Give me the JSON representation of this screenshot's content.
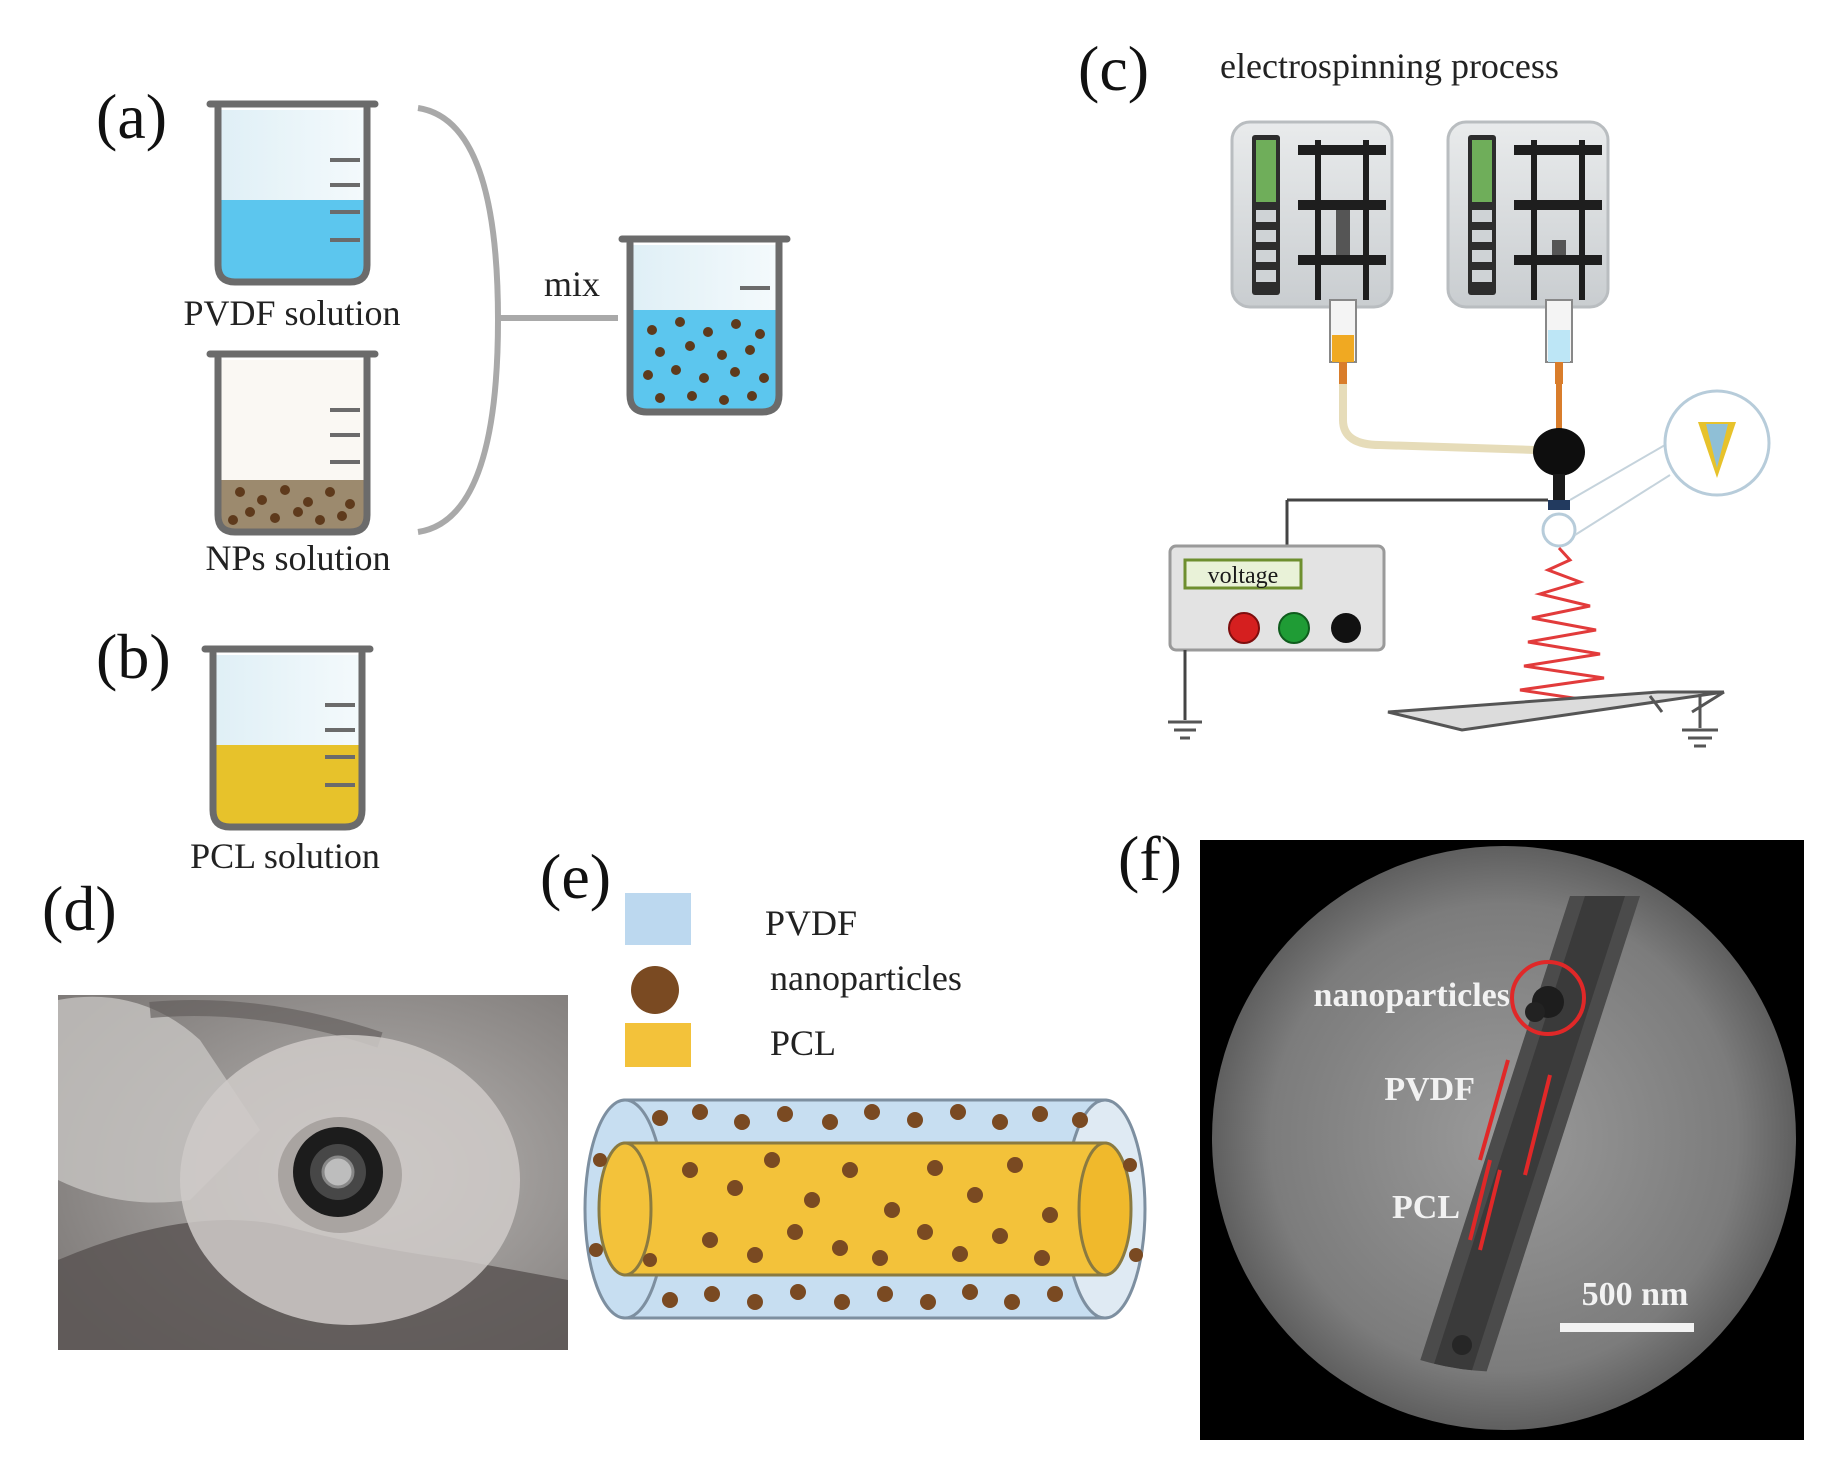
{
  "panels": {
    "a": {
      "letter": "(a)",
      "beaker1_label": "PVDF solution",
      "beaker2_label": "NPs solution",
      "mix_label": "mix"
    },
    "b": {
      "letter": "(b)",
      "beaker_label": "PCL solution"
    },
    "c": {
      "letter": "(c)",
      "title": "electrospinning process",
      "power_label": "voltage"
    },
    "d": {
      "letter": "(d)"
    },
    "e": {
      "letter": "(e)",
      "legend": [
        {
          "label": "PVDF",
          "color": "#bcd8ef"
        },
        {
          "label": "nanoparticles",
          "color": "#7a4a22"
        },
        {
          "label": "PCL",
          "color": "#f3c23a"
        }
      ]
    },
    "f": {
      "letter": "(f)",
      "label_nanoparticles": "nanoparticles",
      "label_pvdf": "PVDF",
      "label_pcl": "PCL",
      "scale_bar": "500 nm"
    }
  },
  "colors": {
    "pvdf_blue": "#5cc6ee",
    "pcl_yellow": "#e7c22b",
    "particle_brown": "#7a4a22",
    "beaker_outline": "#6b6b6b",
    "jet_red": "#e23b3b"
  }
}
